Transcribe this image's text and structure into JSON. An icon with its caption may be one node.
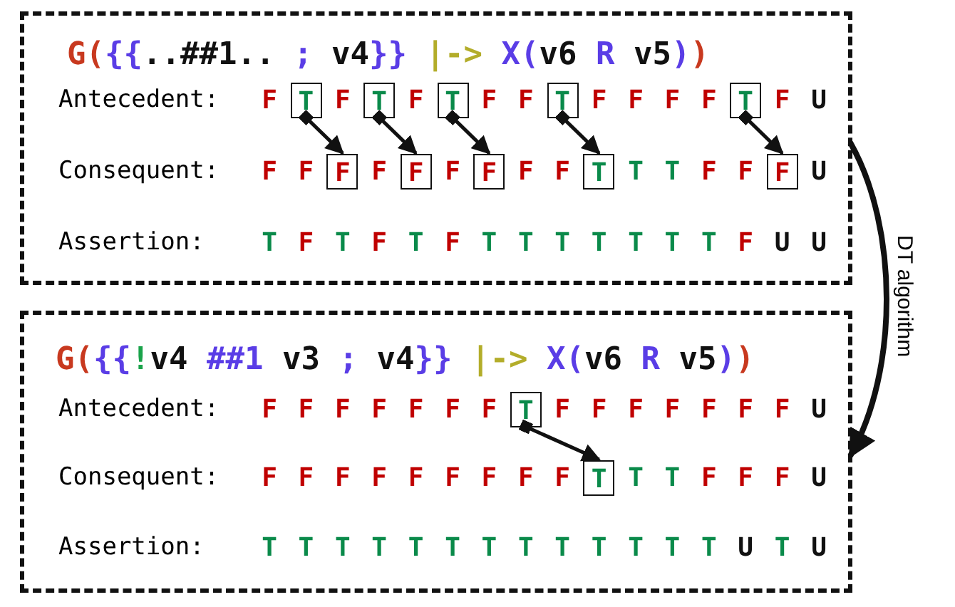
{
  "diagram": {
    "nodes": [
      {
        "text": [
          "G({{..##1.. ; v4}} |-> X(v6 R v5))"
        ]
      },
      {
        "text": [
          "T"
        ],
        "in": 0
      },
      {
        "text": [
          "T"
        ],
        "in": 0
      },
      {
        "text": [
          "T"
        ],
        "in": 0
      },
      {
        "text": [
          "T"
        ],
        "in": 0
      },
      {
        "text": [
          "T"
        ],
        "in": 0
      },
      {
        "text": [
          "F"
        ],
        "in": 0
      },
      {
        "text": [
          "F"
        ],
        "in": 0
      },
      {
        "text": [
          "F"
        ],
        "in": 0
      },
      {
        "text": [
          "T"
        ],
        "in": 0
      },
      {
        "text": [
          "F"
        ],
        "in": 0
      },
      {
        "text": [
          "G({{!v4 ##1 v3 ; v4}} |-> X(v6 R v5))"
        ]
      },
      {
        "text": [
          "T"
        ],
        "in": 11
      },
      {
        "text": [
          "T"
        ],
        "in": 11
      }
    ],
    "edges": [
      {
        "from": 1,
        "to": 6,
        "arrow": "to"
      },
      {
        "from": 2,
        "to": 7,
        "arrow": "to"
      },
      {
        "from": 3,
        "to": 8,
        "arrow": "to"
      },
      {
        "from": 4,
        "to": 9,
        "arrow": "to"
      },
      {
        "from": 5,
        "to": 10,
        "arrow": "to"
      },
      {
        "from": 0,
        "to": 11,
        "arrow": "to",
        "label": "DT algorithm"
      },
      {
        "from": 12,
        "to": 13,
        "arrow": "to"
      }
    ],
    "labels": [
      "Antecedent:",
      "F",
      "F",
      "F",
      "F",
      "F",
      "F",
      "F",
      "F",
      "F",
      "F",
      "U",
      "Consequent:",
      "F",
      "F",
      "F",
      "F",
      "F",
      "F",
      "T",
      "T",
      "F",
      "F",
      "U",
      "Assertion:",
      "T",
      "F",
      "T",
      "F",
      "T",
      "F",
      "T",
      "T",
      "T",
      "T",
      "T",
      "T",
      "T",
      "F",
      "U",
      "U",
      "Antecedent:",
      "F",
      "F",
      "F",
      "F",
      "F",
      "F",
      "F",
      "F",
      "F",
      "F",
      "F",
      "F",
      "F",
      "F",
      "U",
      "Consequent:",
      "F",
      "F",
      "F",
      "F",
      "F",
      "F",
      "F",
      "F",
      "F",
      "T",
      "T",
      "F",
      "F",
      "F",
      "U",
      "Assertion:",
      "T",
      "T",
      "T",
      "T",
      "T",
      "T",
      "T",
      "T",
      "T",
      "T",
      "T",
      "T",
      "T",
      "U",
      "T",
      "U"
    ]
  }
}
